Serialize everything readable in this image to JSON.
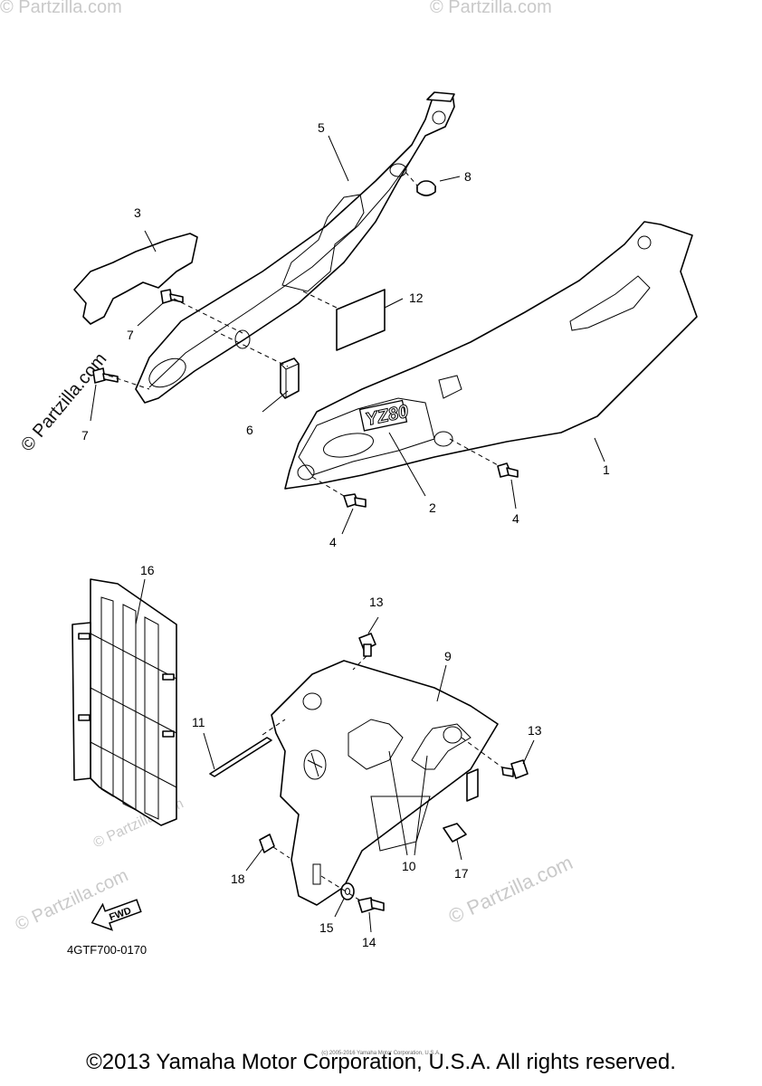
{
  "watermark": "© Partzilla.com",
  "side_watermark": "© Partzilla.com",
  "model_badge": "YZ80",
  "fwd_label": "FWD",
  "diagram_code": "4GTF700-0170",
  "copyright": "©2013 Yamaha Motor Corporation, U.S.A. All rights reserved.",
  "tiny_notice": "(c) 2005-2016 Yamaha Motor Corporation, U.S.A.",
  "callouts": [
    {
      "id": "c1",
      "text": "1"
    },
    {
      "id": "c2",
      "text": "2"
    },
    {
      "id": "c3",
      "text": "3"
    },
    {
      "id": "c4a",
      "text": "4"
    },
    {
      "id": "c4b",
      "text": "4"
    },
    {
      "id": "c5",
      "text": "5"
    },
    {
      "id": "c6",
      "text": "6"
    },
    {
      "id": "c7a",
      "text": "7"
    },
    {
      "id": "c7b",
      "text": "7"
    },
    {
      "id": "c8",
      "text": "8"
    },
    {
      "id": "c9",
      "text": "9"
    },
    {
      "id": "c10",
      "text": "10"
    },
    {
      "id": "c11",
      "text": "11"
    },
    {
      "id": "c12",
      "text": "12"
    },
    {
      "id": "c13a",
      "text": "13"
    },
    {
      "id": "c13b",
      "text": "13"
    },
    {
      "id": "c14",
      "text": "14"
    },
    {
      "id": "c15",
      "text": "15"
    },
    {
      "id": "c16",
      "text": "16"
    },
    {
      "id": "c17",
      "text": "17"
    },
    {
      "id": "c18",
      "text": "18"
    }
  ]
}
